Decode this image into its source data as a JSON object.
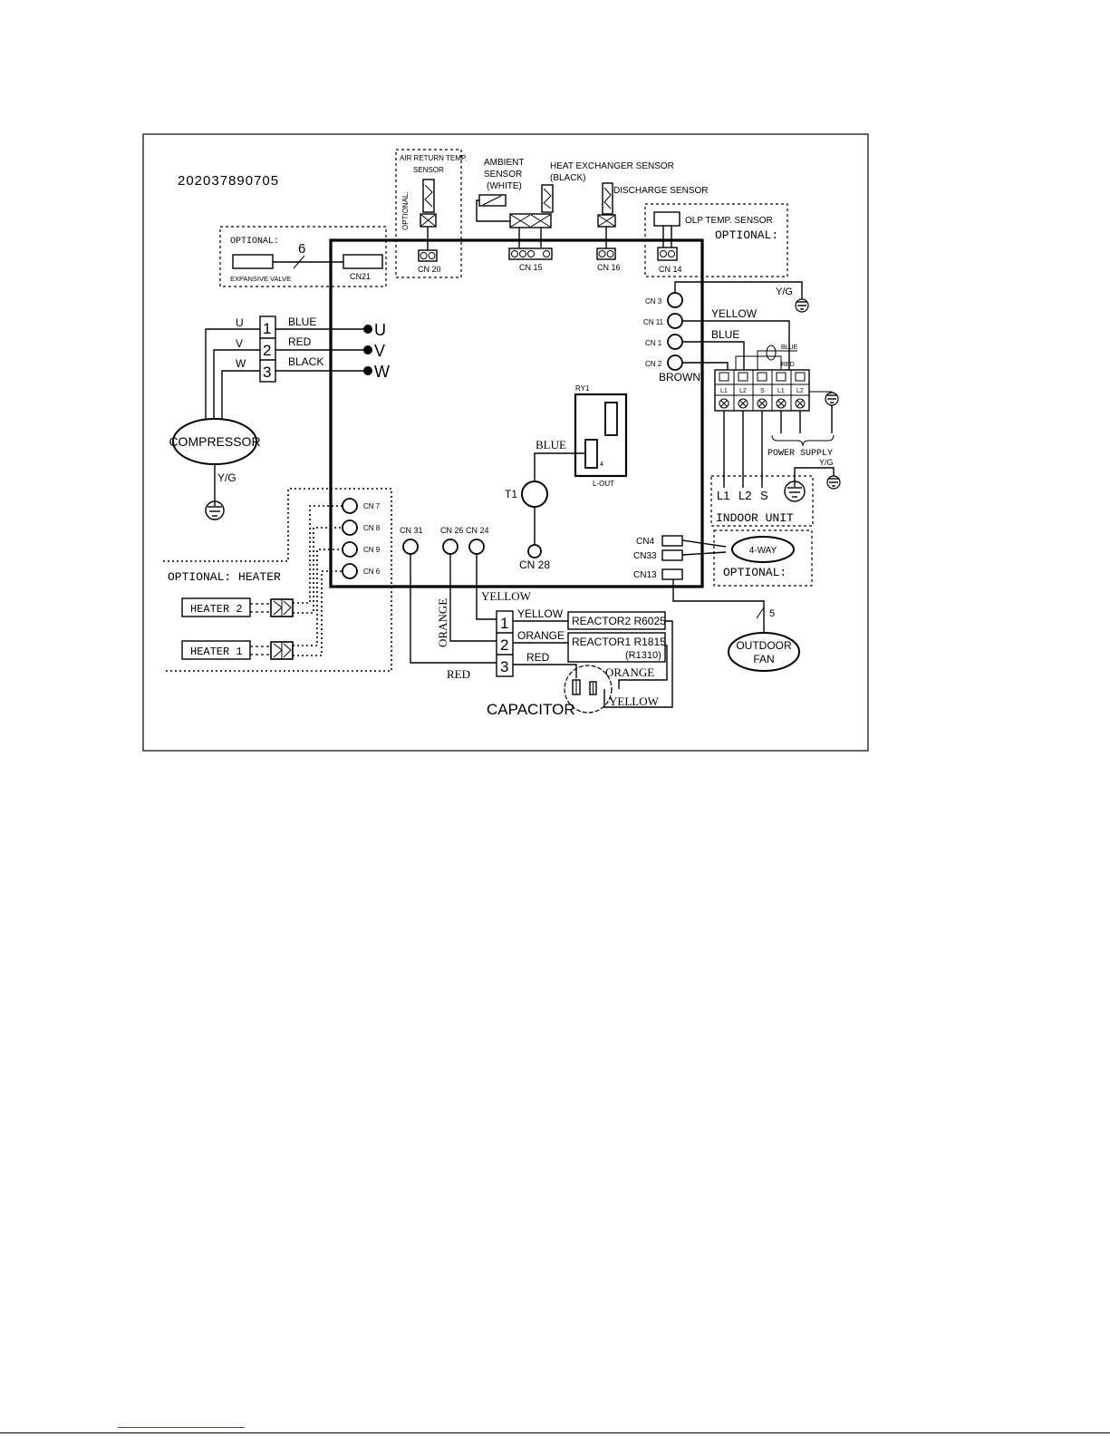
{
  "doc_code": "202037890705",
  "labels": {
    "air_return_l1": "AIR RETURN TEMP.",
    "air_return_l2": "SENSOR",
    "optional_vertical": "OPTIONAL:",
    "ambient_l1": "AMBIENT",
    "ambient_l2": "SENSOR",
    "ambient_l3": "(WHITE)",
    "heat_exchanger_l1": "HEAT EXCHANGER SENSOR",
    "heat_exchanger_l2": "(BLACK)",
    "discharge": "DISCHARGE SENSOR",
    "olp": "OLP TEMP. SENSOR",
    "optional": "OPTIONAL:",
    "optional_small": "OPTIONAL:",
    "expansive_valve": "EXPANSIVE VALVE",
    "wire_count_6": "6",
    "wire_count_5": "5",
    "compressor": "COMPRESSOR",
    "yg": "Y/G",
    "optional_heater": "OPTIONAL: HEATER",
    "heater2": "HEATER 2",
    "heater1": "HEATER 1",
    "ry1": "RY1",
    "ry1_pin": "4",
    "l_out": "L-OUT",
    "t1": "T1",
    "power_supply": "POWER SUPPLY",
    "indoor_unit": "INDOOR UNIT",
    "four_way": "4-WAY",
    "outdoor_fan_l1": "OUTDOOR",
    "outdoor_fan_l2": "FAN",
    "reactor2": "REACTOR2 R6025",
    "reactor1": "REACTOR1 R1815",
    "reactor1_alt": "(R1310)",
    "capacitor": "CAPACITOR"
  },
  "connectors": {
    "cn20": "CN 20",
    "cn15": "CN 15",
    "cn16": "CN 16",
    "cn14": "CN 14",
    "cn21": "CN21",
    "cn3": "CN 3",
    "cn11": "CN 11",
    "cn1": "CN 1",
    "cn2": "CN 2",
    "cn7": "CN 7",
    "cn8": "CN 8",
    "cn9": "CN 9",
    "cn6": "CN 6",
    "cn31": "CN 31",
    "cn26": "CN 26",
    "cn24": "CN 24",
    "cn28": "CN 28",
    "cn4": "CN4",
    "cn33": "CN33",
    "cn13": "CN13"
  },
  "compressor_terminals": {
    "u": "U",
    "v": "V",
    "w": "W",
    "n1": "1",
    "n2": "2",
    "n3": "3",
    "out_u": "U",
    "out_v": "V",
    "out_w": "W"
  },
  "wire_colors": {
    "blue": "BLUE",
    "red": "RED",
    "black": "BLACK",
    "yellow": "YELLOW",
    "brown": "BROWN",
    "orange": "ORANGE"
  },
  "terminal_block": {
    "top": [
      "L1",
      "L2",
      "S",
      "L1",
      "L2"
    ],
    "bottom": [
      "L1",
      "L2",
      "S"
    ],
    "blue_small": "BLUE",
    "red_small": "RED"
  },
  "capacitor_block": {
    "n1": "1",
    "n2": "2",
    "n3": "3"
  }
}
